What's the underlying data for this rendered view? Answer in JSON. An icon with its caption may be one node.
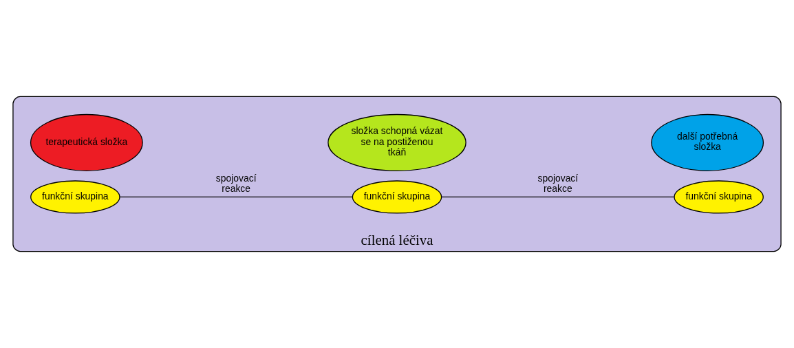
{
  "diagram": {
    "nodes": [
      {
        "text": [
          "cílená léčiva"
        ]
      },
      {
        "text": [
          "terapeutická složka"
        ],
        "in": 0
      },
      {
        "text": [
          "složka schopná vázat se na postiženou tkáň"
        ],
        "in": 0
      },
      {
        "text": [
          "další potřebná složka"
        ],
        "in": 0
      },
      {
        "text": [
          "funkční skupina"
        ],
        "in": 0
      },
      {
        "text": [
          "funkční skupina"
        ],
        "in": 0
      },
      {
        "text": [
          "funkční skupina"
        ],
        "in": 0
      }
    ],
    "edges": [
      {
        "from": 4,
        "to": 5,
        "arrow": "none",
        "label": "spojovací reakce"
      },
      {
        "from": 5,
        "to": 6,
        "arrow": "none",
        "label": "spojovací reakce"
      }
    ]
  }
}
